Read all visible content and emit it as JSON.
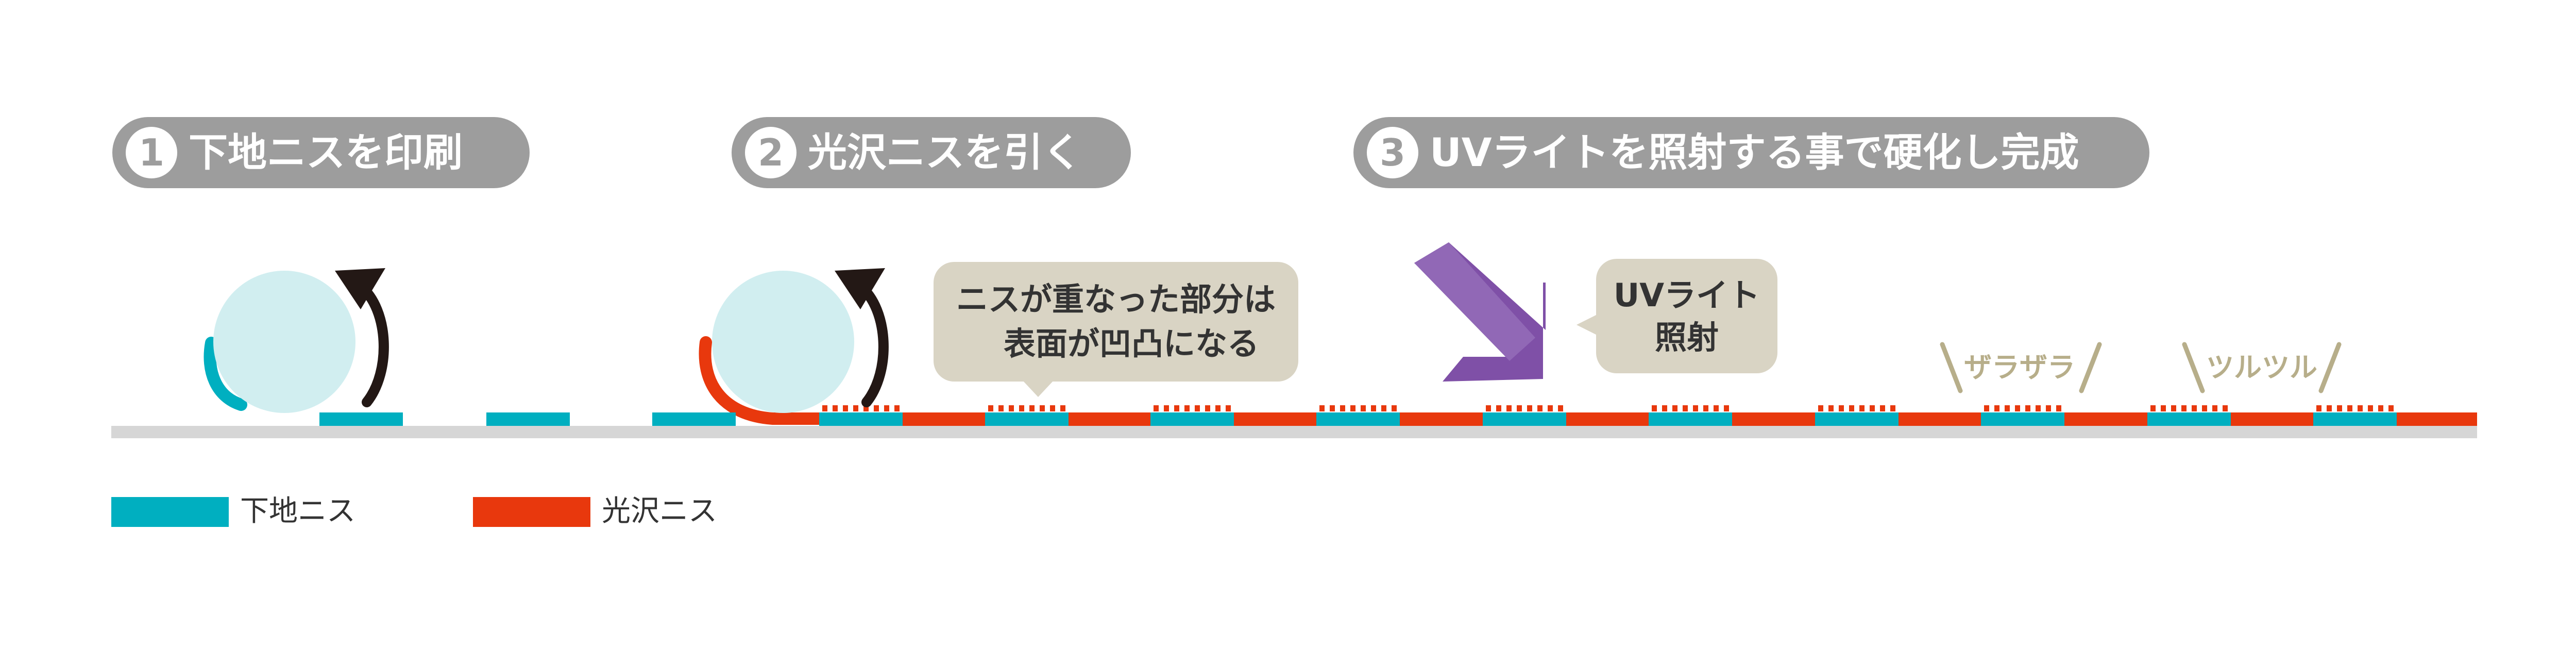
{
  "steps": [
    {
      "number": "1",
      "label": "下地ニスを印刷"
    },
    {
      "number": "2",
      "label": "光沢ニスを引く"
    },
    {
      "number": "3",
      "label": "UVライトを照射する事で硬化し完成"
    }
  ],
  "callouts": {
    "overlap": {
      "line1": "ニスが重なった部分は",
      "line2": "表面が凹凸になる"
    },
    "uv": {
      "line1": "UVライト",
      "line2": "照射"
    }
  },
  "texture_labels": {
    "rough": "ザラザラ",
    "smooth": "ツルツル"
  },
  "legend": [
    {
      "label": "下地ニス",
      "color": "#00afc0"
    },
    {
      "label": "光沢ニス",
      "color": "#e8380d"
    }
  ],
  "colors": {
    "base_varnish": "#00afc0",
    "gloss_varnish": "#e8380d",
    "substrate": "#d6d6d6",
    "roller": "#d1eef0",
    "uv_arrow": "#7f50a7",
    "pill": "#9d9d9d",
    "callout_bg": "#d9d4c4",
    "texture_text": "#b7ae8a"
  },
  "icons": {
    "roller": "roller-icon",
    "rotation": "curved-arrow-icon",
    "uv": "diagonal-arrow-icon"
  }
}
